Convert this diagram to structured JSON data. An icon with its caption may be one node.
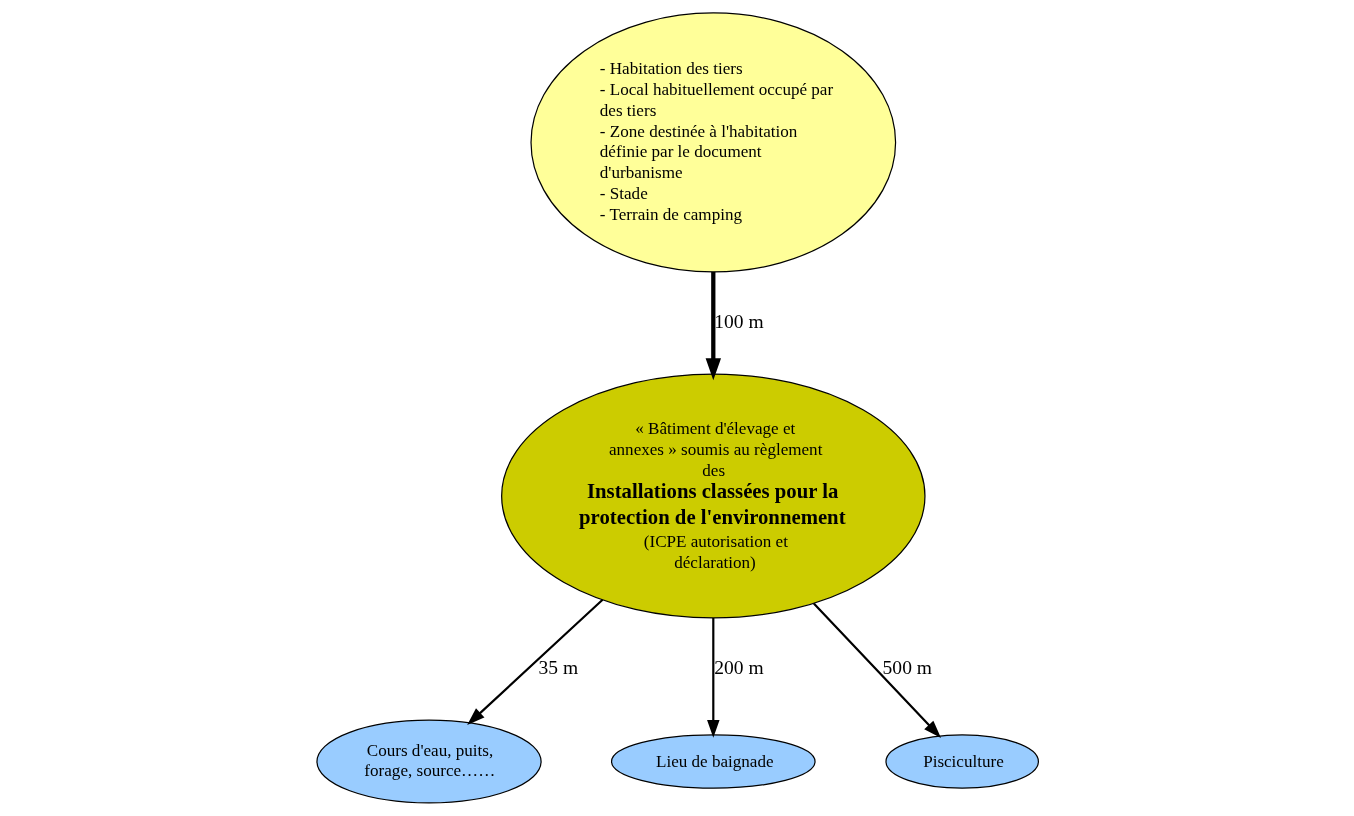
{
  "diagram": {
    "nodes": [
      {
        "text": [
          "- Habitation des tiers",
          "- Local habituellement occupé par des tiers",
          "- Zone destinée à l'habitation définie par le document d'urbanisme",
          "- Stade",
          "- Terrain de camping"
        ]
      },
      {
        "text": [
          "Cours d'eau, puits, forage, source……"
        ]
      },
      {
        "text": [
          "« Bâtiment d'élevage et annexes » soumis au règlement des",
          "Installations classées pour la protection de l'environnement",
          "(ICPE autorisation et déclaration)"
        ]
      },
      {
        "text": [
          "Lieu de baignade"
        ]
      },
      {
        "text": [
          "Pisciculture"
        ]
      }
    ],
    "edges": [
      {
        "from": 0,
        "to": 2,
        "arrow": "to",
        "label": "100 m",
        "style": "thick"
      },
      {
        "from": 2,
        "to": 1,
        "arrow": "to",
        "label": "35 m"
      },
      {
        "from": 2,
        "to": 3,
        "arrow": "to",
        "label": "200 m"
      },
      {
        "from": 2,
        "to": 4,
        "arrow": "to",
        "label": "500 m"
      }
    ]
  }
}
